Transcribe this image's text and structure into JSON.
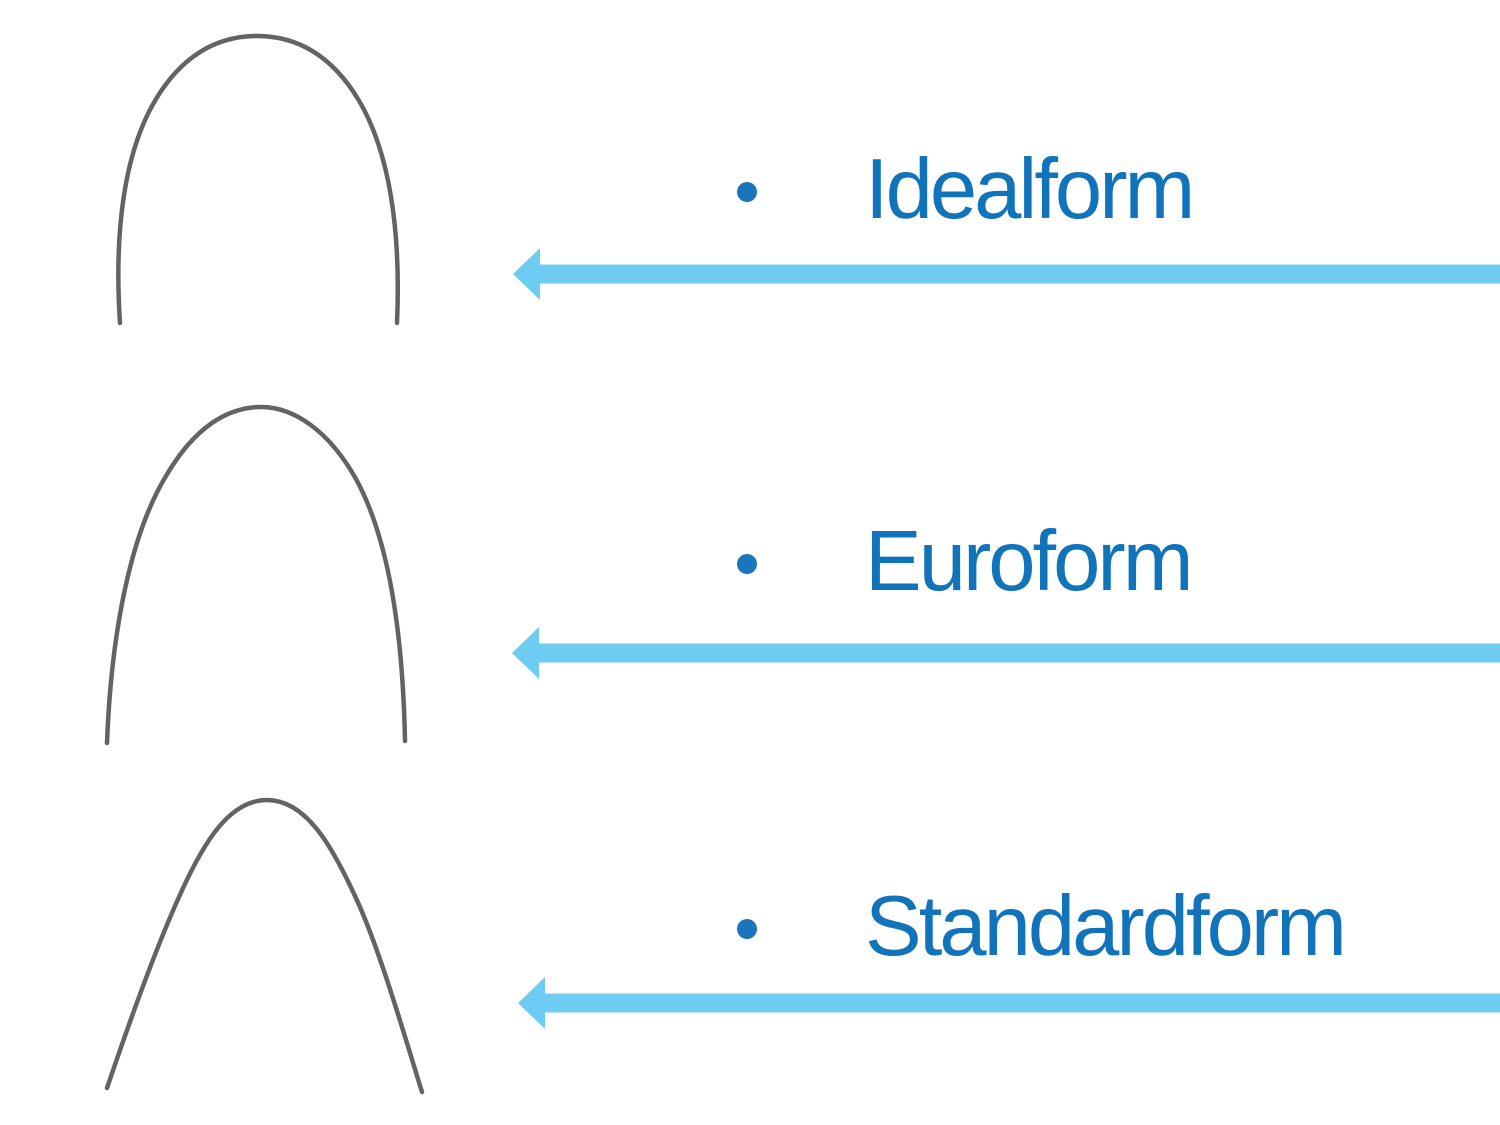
{
  "slide": {
    "background_color": "#ffffff",
    "colors": {
      "label_text": "#1173b9",
      "bullet": "#1b75ba",
      "arrow": "#6ecbf1",
      "wire": "#636363"
    },
    "items": [
      {
        "label": "Idealform",
        "bullet_icon": "bullet-dot",
        "arrow_icon": "left-arrow",
        "wire_image": "idealform-archwire"
      },
      {
        "label": "Euroform",
        "bullet_icon": "bullet-dot",
        "arrow_icon": "left-arrow",
        "wire_image": "euroform-archwire"
      },
      {
        "label": "Standardform",
        "bullet_icon": "bullet-dot",
        "arrow_icon": "left-arrow",
        "wire_image": "standardform-archwire"
      }
    ]
  }
}
